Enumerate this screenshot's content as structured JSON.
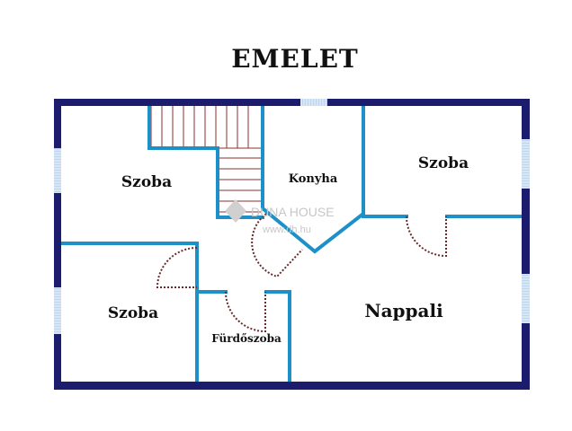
{
  "title": "EMELET",
  "rooms": {
    "szoba_top_left": "Szoba",
    "konyha": "Konyha",
    "szoba_top_right": "Szoba",
    "szoba_bottom_left": "Szoba",
    "furdoszoba": "Fürdőszoba",
    "nappali": "Nappali"
  },
  "watermark": {
    "brand": "DUNA HOUSE",
    "url": "www.dh.hu"
  },
  "colors": {
    "outer_wall": "#1c1c6e",
    "inner_wall": "#1e90c8",
    "window": "#b8d4ec",
    "stairs": "#8b2f2f",
    "door": "#6b2a2a"
  }
}
